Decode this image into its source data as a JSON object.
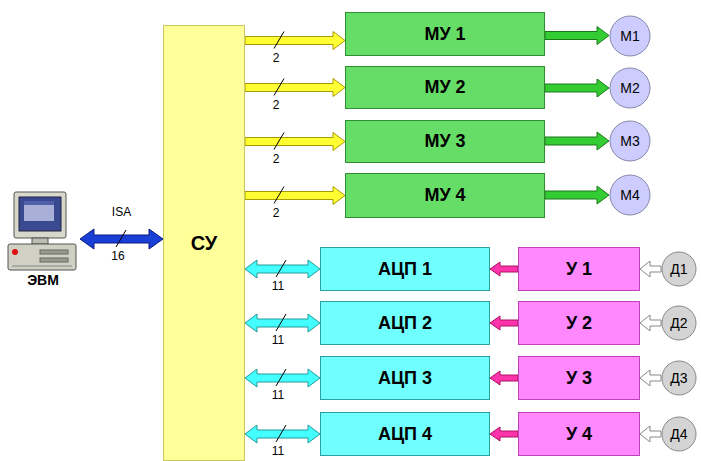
{
  "diagram": {
    "nodes": [
      {
        "text": [
          "ЭВМ"
        ]
      },
      {
        "text": [
          "СУ"
        ]
      },
      {
        "text": [
          "МУ 1"
        ]
      },
      {
        "text": [
          "M1"
        ]
      },
      {
        "text": [
          "МУ 2"
        ]
      },
      {
        "text": [
          "M2"
        ]
      },
      {
        "text": [
          "МУ 3"
        ]
      },
      {
        "text": [
          "M3"
        ]
      },
      {
        "text": [
          "МУ 4"
        ]
      },
      {
        "text": [
          "M4"
        ]
      },
      {
        "text": [
          "АЦП 1"
        ]
      },
      {
        "text": [
          "У 1"
        ]
      },
      {
        "text": [
          "Д1"
        ]
      },
      {
        "text": [
          "АЦП 2"
        ]
      },
      {
        "text": [
          "У 2"
        ]
      },
      {
        "text": [
          "Д2"
        ]
      },
      {
        "text": [
          "АЦП 3"
        ]
      },
      {
        "text": [
          "У 3"
        ]
      },
      {
        "text": [
          "Д3"
        ]
      },
      {
        "text": [
          "АЦП 4"
        ]
      },
      {
        "text": [
          "У 4"
        ]
      },
      {
        "text": [
          "Д4"
        ]
      }
    ],
    "edges": [
      {
        "from": 0,
        "to": 1,
        "arrow": "both",
        "label": "ISA"
      },
      {
        "from": 1,
        "to": 2,
        "arrow": "to"
      },
      {
        "from": 2,
        "to": 3,
        "arrow": "to"
      },
      {
        "from": 1,
        "to": 4,
        "arrow": "to"
      },
      {
        "from": 4,
        "to": 5,
        "arrow": "to"
      },
      {
        "from": 1,
        "to": 6,
        "arrow": "to"
      },
      {
        "from": 6,
        "to": 7,
        "arrow": "to"
      },
      {
        "from": 1,
        "to": 8,
        "arrow": "to"
      },
      {
        "from": 8,
        "to": 9,
        "arrow": "to"
      },
      {
        "from": 1,
        "to": 10,
        "arrow": "both"
      },
      {
        "from": 11,
        "to": 10,
        "arrow": "to"
      },
      {
        "from": 12,
        "to": 11,
        "arrow": "to"
      },
      {
        "from": 1,
        "to": 13,
        "arrow": "both"
      },
      {
        "from": 14,
        "to": 13,
        "arrow": "to"
      },
      {
        "from": 15,
        "to": 14,
        "arrow": "to"
      },
      {
        "from": 1,
        "to": 16,
        "arrow": "both"
      },
      {
        "from": 17,
        "to": 16,
        "arrow": "to"
      },
      {
        "from": 18,
        "to": 17,
        "arrow": "to"
      },
      {
        "from": 1,
        "to": 19,
        "arrow": "both"
      },
      {
        "from": 20,
        "to": 19,
        "arrow": "to"
      },
      {
        "from": 21,
        "to": 20,
        "arrow": "to"
      }
    ],
    "labels": [
      "16",
      "2",
      "2",
      "2",
      "2",
      "11",
      "11",
      "11",
      "11"
    ]
  }
}
